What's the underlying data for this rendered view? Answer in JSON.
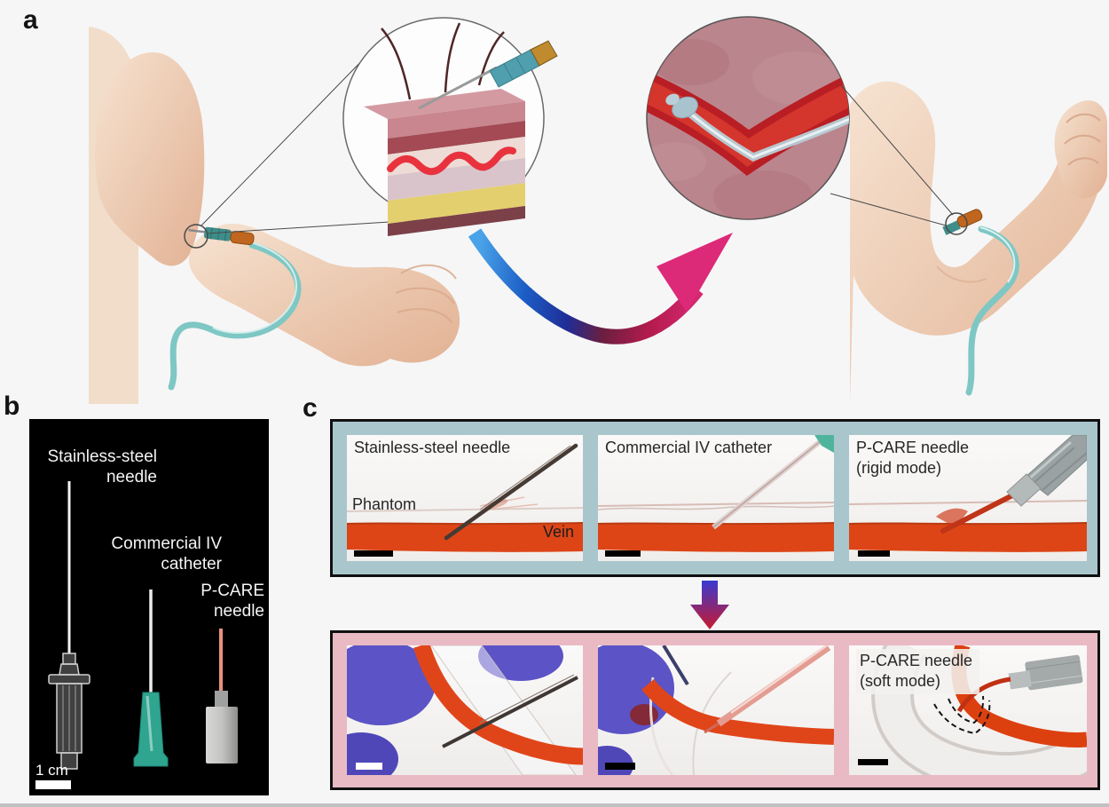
{
  "figure": {
    "panel_a_label": "a",
    "panel_b_label": "b",
    "panel_c_label": "c"
  },
  "panel_b": {
    "needle1_line1": "Stainless-steel",
    "needle1_line2": "needle",
    "needle2_line1": "Commercial IV",
    "needle2_line2": "catheter",
    "needle3_line1": "P-CARE",
    "needle3_line2": "needle",
    "scale_label": "1 cm"
  },
  "panel_c": {
    "top_row": {
      "photo1": {
        "title": "Stainless-steel needle",
        "phantom_label": "Phantom",
        "vein_label": "Vein"
      },
      "photo2": {
        "title": "Commercial IV catheter"
      },
      "photo3": {
        "title_line1": "P-CARE needle",
        "title_line2": "(rigid mode)"
      }
    },
    "bottom_row": {
      "photo3": {
        "title_line1": "P-CARE needle",
        "title_line2": "(soft mode)"
      }
    }
  },
  "colors": {
    "page_bg": "#f5f5f6",
    "panel_b_bg": "#000000",
    "top_box_bg": "#a9c6cc",
    "bottom_box_bg": "#e9bac4",
    "vein_red": "#dd4517",
    "glove_blue": "#5b53c6",
    "tube_teal": "#7ec7c4",
    "pcare_needle_pink": "#e89080",
    "iv_hub_green": "#2fa590",
    "arrow_blue": "#2a7fd4",
    "arrow_pink": "#dc2a78",
    "metal_grey": "#9aa2a2"
  }
}
